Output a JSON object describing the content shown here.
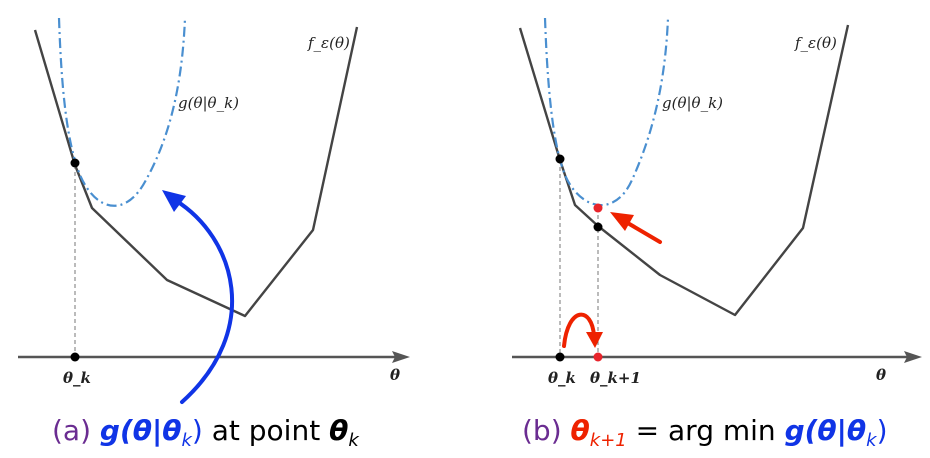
{
  "panels": [
    {
      "id": "a",
      "curve_f_label": "f_ε(θ)",
      "curve_g_label": "g(θ|θ_k)",
      "axis_label": "θ",
      "tick_labels": [
        "θ_k"
      ],
      "caption": {
        "prefix": "(a) ",
        "g_expr": "g(θ|θ",
        "g_sub": "k",
        "g_close": ")",
        "middle": " at point ",
        "theta": "θ",
        "theta_sub": "k"
      }
    },
    {
      "id": "b",
      "curve_f_label": "f_ε(θ)",
      "curve_g_label": "g(θ|θ_k)",
      "axis_label": "θ",
      "tick_labels": [
        "θ_k",
        "θ_k+1"
      ],
      "caption": {
        "prefix": "(b) ",
        "theta": "θ",
        "theta_sub": "k+1",
        "equals": " = arg min ",
        "g_expr": "g(θ|θ",
        "g_sub": "k",
        "g_close": ")"
      }
    }
  ],
  "colors": {
    "f_curve": "#444444",
    "g_curve": "#4a8fd0",
    "axis": "#555555",
    "caption_purple": "#6a2c91",
    "blue": "#1034e6",
    "red": "#ee2200",
    "point": "#000000",
    "point_min": "#e8242b"
  }
}
